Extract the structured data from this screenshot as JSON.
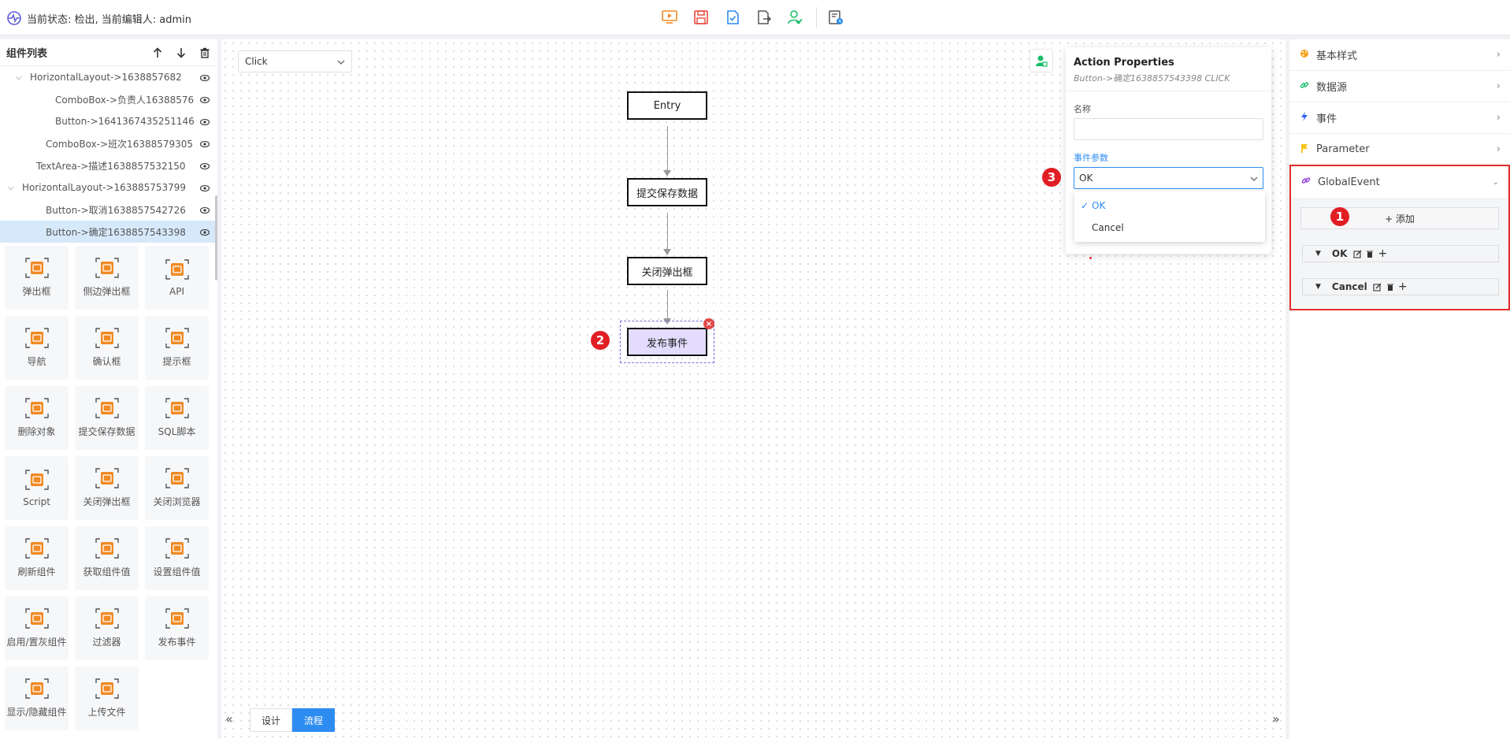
{
  "header": {
    "status_text": "当前状态: 检出, 当前编辑人: admin",
    "toolbar": [
      "preview-icon",
      "save-icon",
      "check-icon",
      "export-icon",
      "publish-icon",
      "history-icon"
    ],
    "colors": {
      "orange": "#f08a24",
      "red": "#e8463a",
      "blue": "#2d8cf0",
      "green": "#19be6b"
    }
  },
  "left_panel": {
    "title": "组件列表",
    "tree": [
      {
        "label": "HorizontalLayout->1638857682",
        "expanded": true,
        "indent": 38
      },
      {
        "label": "ComboBox->负责人16388576",
        "indent": 70
      },
      {
        "label": "Button->1641367435251146",
        "indent": 70
      },
      {
        "label": "ComboBox->班次16388579305",
        "indent": 58
      },
      {
        "label": "TextArea->描述1638857532150",
        "indent": 46
      },
      {
        "label": "HorizontalLayout->163885753799",
        "expanded": true,
        "indent": 28
      },
      {
        "label": "Button->取消1638857542726",
        "indent": 58
      },
      {
        "label": "Button->确定1638857543398",
        "indent": 58,
        "selected": true
      }
    ],
    "components": [
      "弹出框",
      "侧边弹出框",
      "API",
      "导航",
      "确认框",
      "提示框",
      "删除对象",
      "提交保存数据",
      "SQL脚本",
      "Script",
      "关闭弹出框",
      "关闭浏览器",
      "刷新组件",
      "获取组件值",
      "设置组件值",
      "启用/置灰组件",
      "过滤器",
      "发布事件",
      "显示/隐藏组件",
      "上传文件"
    ]
  },
  "canvas": {
    "event_select": "Click",
    "nodes": [
      "Entry",
      "提交保存数据",
      "关闭弹出框",
      "发布事件"
    ],
    "tabs": [
      "设计",
      "流程"
    ],
    "active_tab": "流程",
    "badge2": "2"
  },
  "action_props": {
    "title": "Action Properties",
    "subtitle": "Button->确定1638857543398 CLICK",
    "name_label": "名称",
    "name_value": "",
    "param_label": "事件参数",
    "param_value": "OK",
    "options": [
      "OK",
      "Cancel"
    ],
    "badge3": "3"
  },
  "right_panel": {
    "sections": [
      "基本样式",
      "数据源",
      "事件",
      "Parameter"
    ],
    "global_event": {
      "title": "GlobalEvent",
      "add_label": "+ 添加",
      "badge1": "1",
      "items": [
        "OK",
        "Cancel"
      ]
    }
  }
}
